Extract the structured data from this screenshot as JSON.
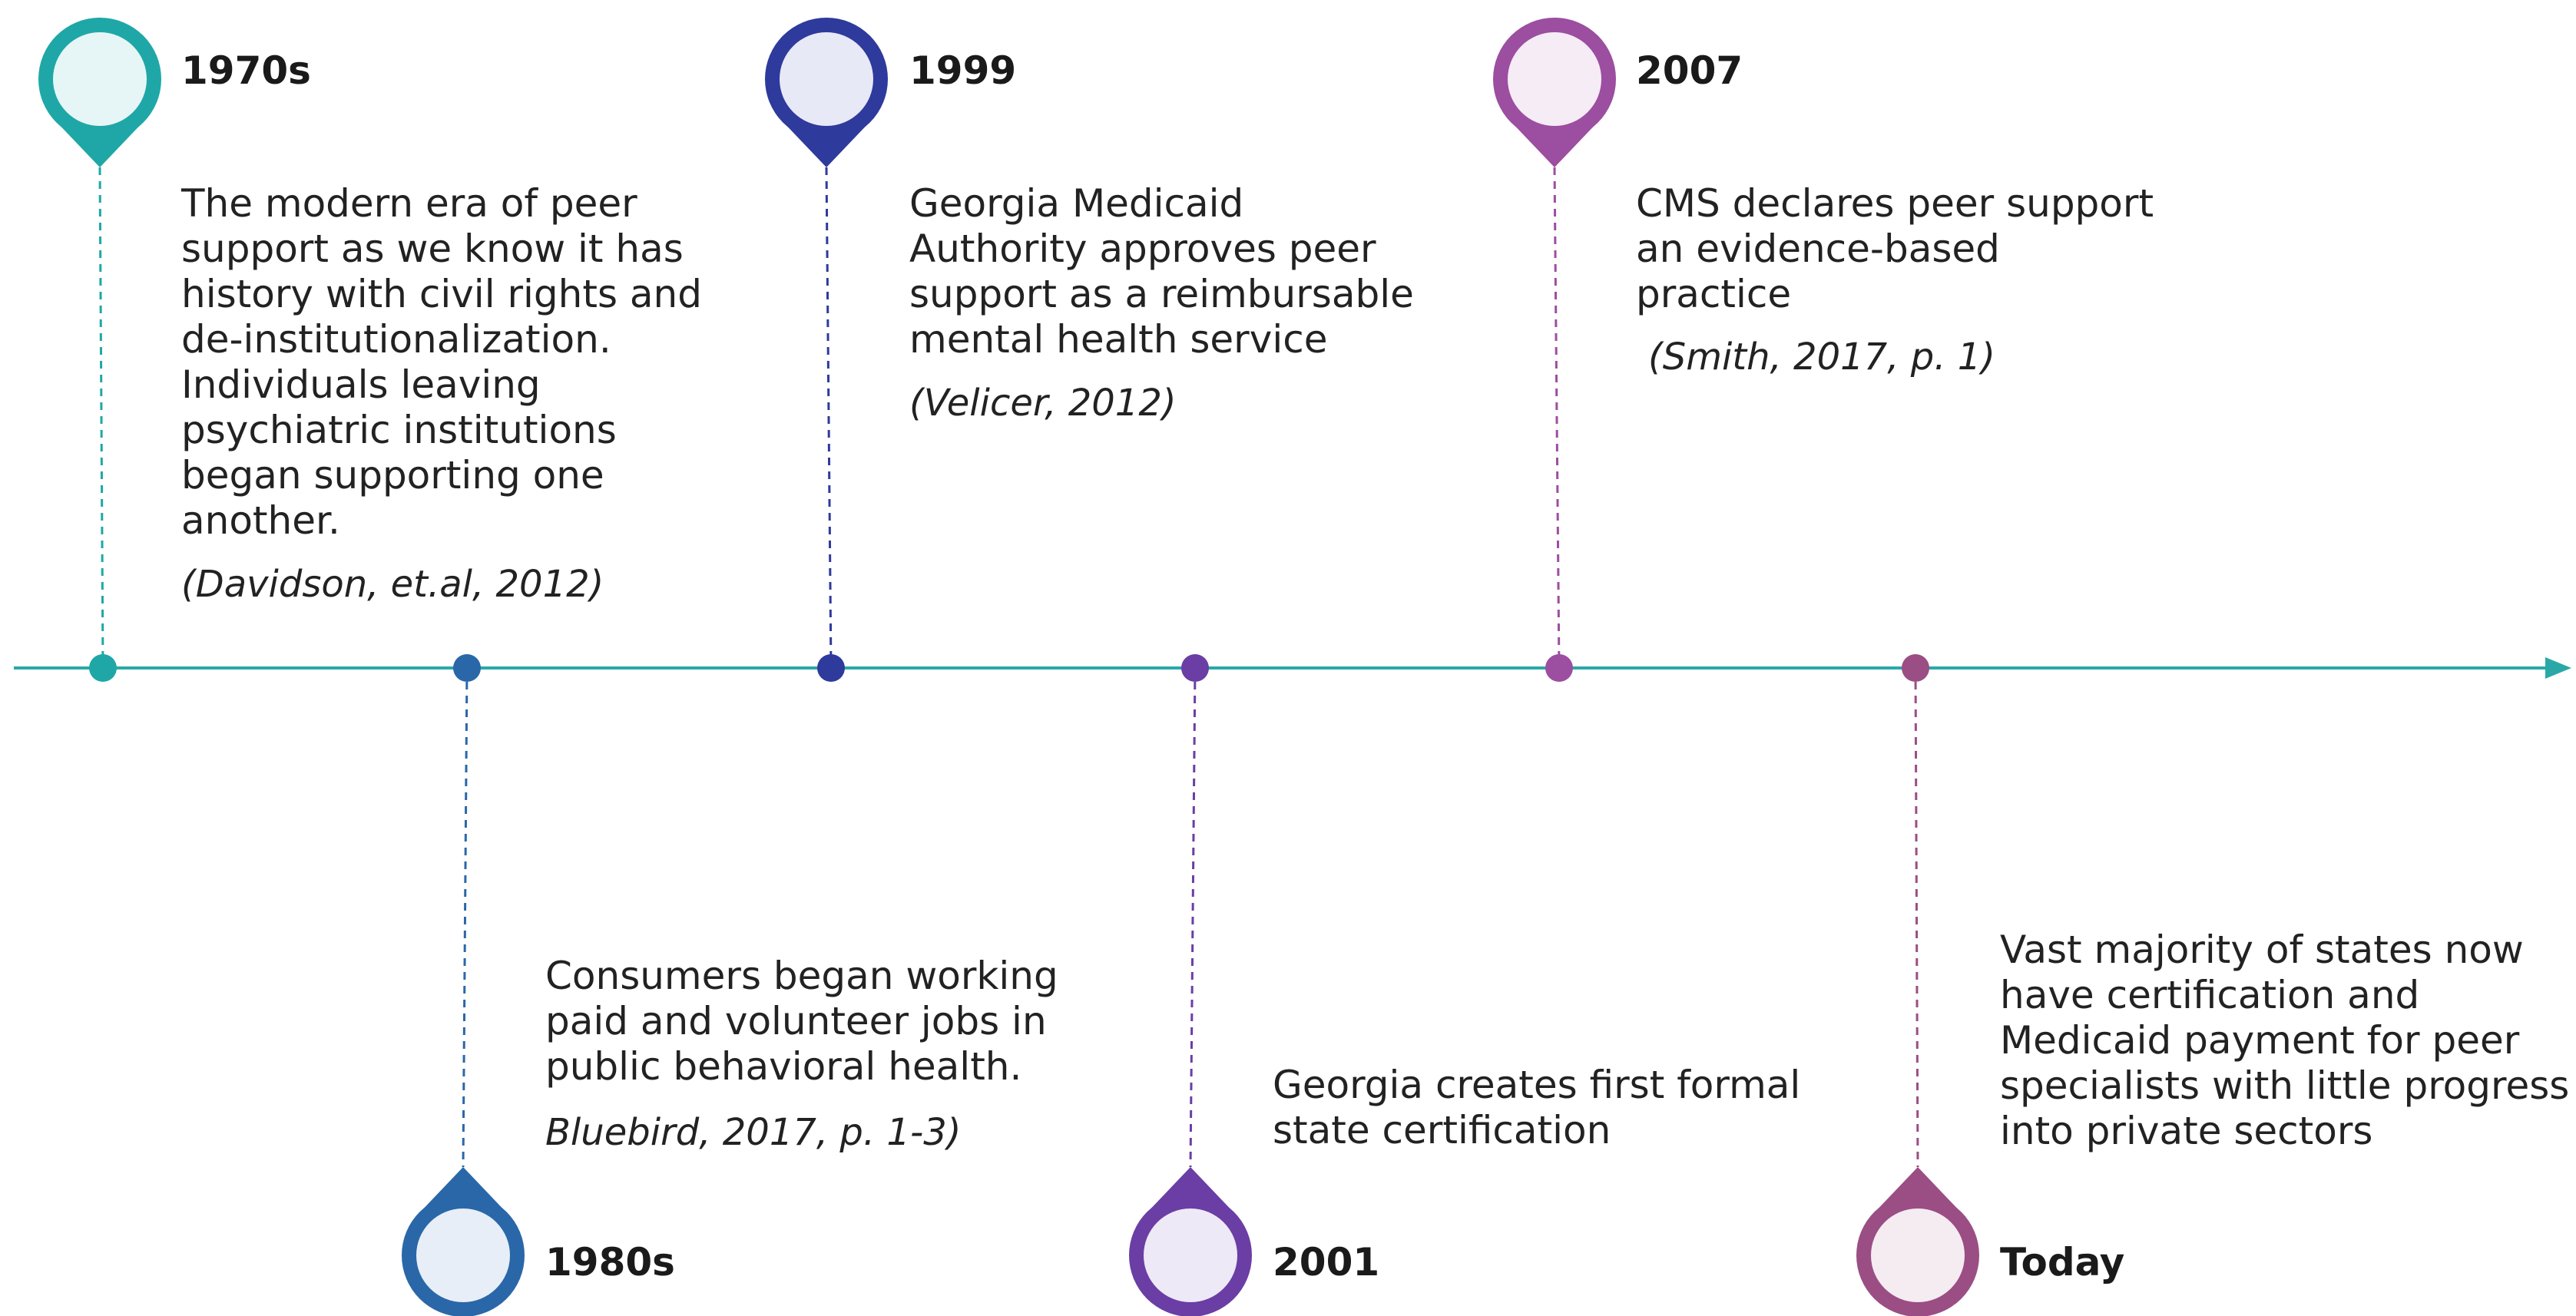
{
  "timeline": {
    "colors": {
      "axis": "#2aa8a8"
    },
    "events": [
      {
        "id": "1970s",
        "label": "1970s",
        "description": "The modern era of peer\nsupport as we know it has\nhistory with civil rights and\nde-institutionalization.\nIndividuals leaving\npsychiatric institutions\nbegan supporting one\nanother.",
        "citation": "(Davidson, et.al, 2012)",
        "color": "#1fa7a7",
        "fill": "#e6f6f6",
        "marker_icon": "map-pin-icon",
        "side": "above"
      },
      {
        "id": "1980s",
        "label": "1980s",
        "description": "Consumers began working\npaid and volunteer jobs in\npublic behavioral health.",
        "citation": "Bluebird, 2017, p. 1-3)",
        "color": "#2a67a8",
        "fill": "#e7eef7",
        "marker_icon": "map-pin-icon",
        "side": "below"
      },
      {
        "id": "1999",
        "label": "1999",
        "description": "Georgia Medicaid\nAuthority approves peer\nsupport as a reimbursable\nmental health service",
        "citation": "(Velicer, 2012)",
        "color": "#2e3a9c",
        "fill": "#e8e9f6",
        "marker_icon": "map-pin-icon",
        "side": "above"
      },
      {
        "id": "2001",
        "label": "2001",
        "description": "Georgia creates first formal\nstate certification",
        "citation": "",
        "color": "#6a3ea4",
        "fill": "#eee9f6",
        "marker_icon": "map-pin-icon",
        "side": "below"
      },
      {
        "id": "2007",
        "label": "2007",
        "description": "CMS declares peer support\nan evidence-based\npractice",
        "citation": "(Smith, 2017, p. 1)",
        "color": "#9c4ea0",
        "fill": "#f5ecf5",
        "marker_icon": "map-pin-icon",
        "side": "above"
      },
      {
        "id": "today",
        "label": "Today",
        "description": "Vast majority of states now\nhave certification and\nMedicaid payment for peer\nspecialists with little progress\ninto private sectors",
        "citation": "",
        "color": "#9a4e84",
        "fill": "#f5ecf2",
        "marker_icon": "map-pin-icon",
        "side": "below"
      }
    ]
  }
}
